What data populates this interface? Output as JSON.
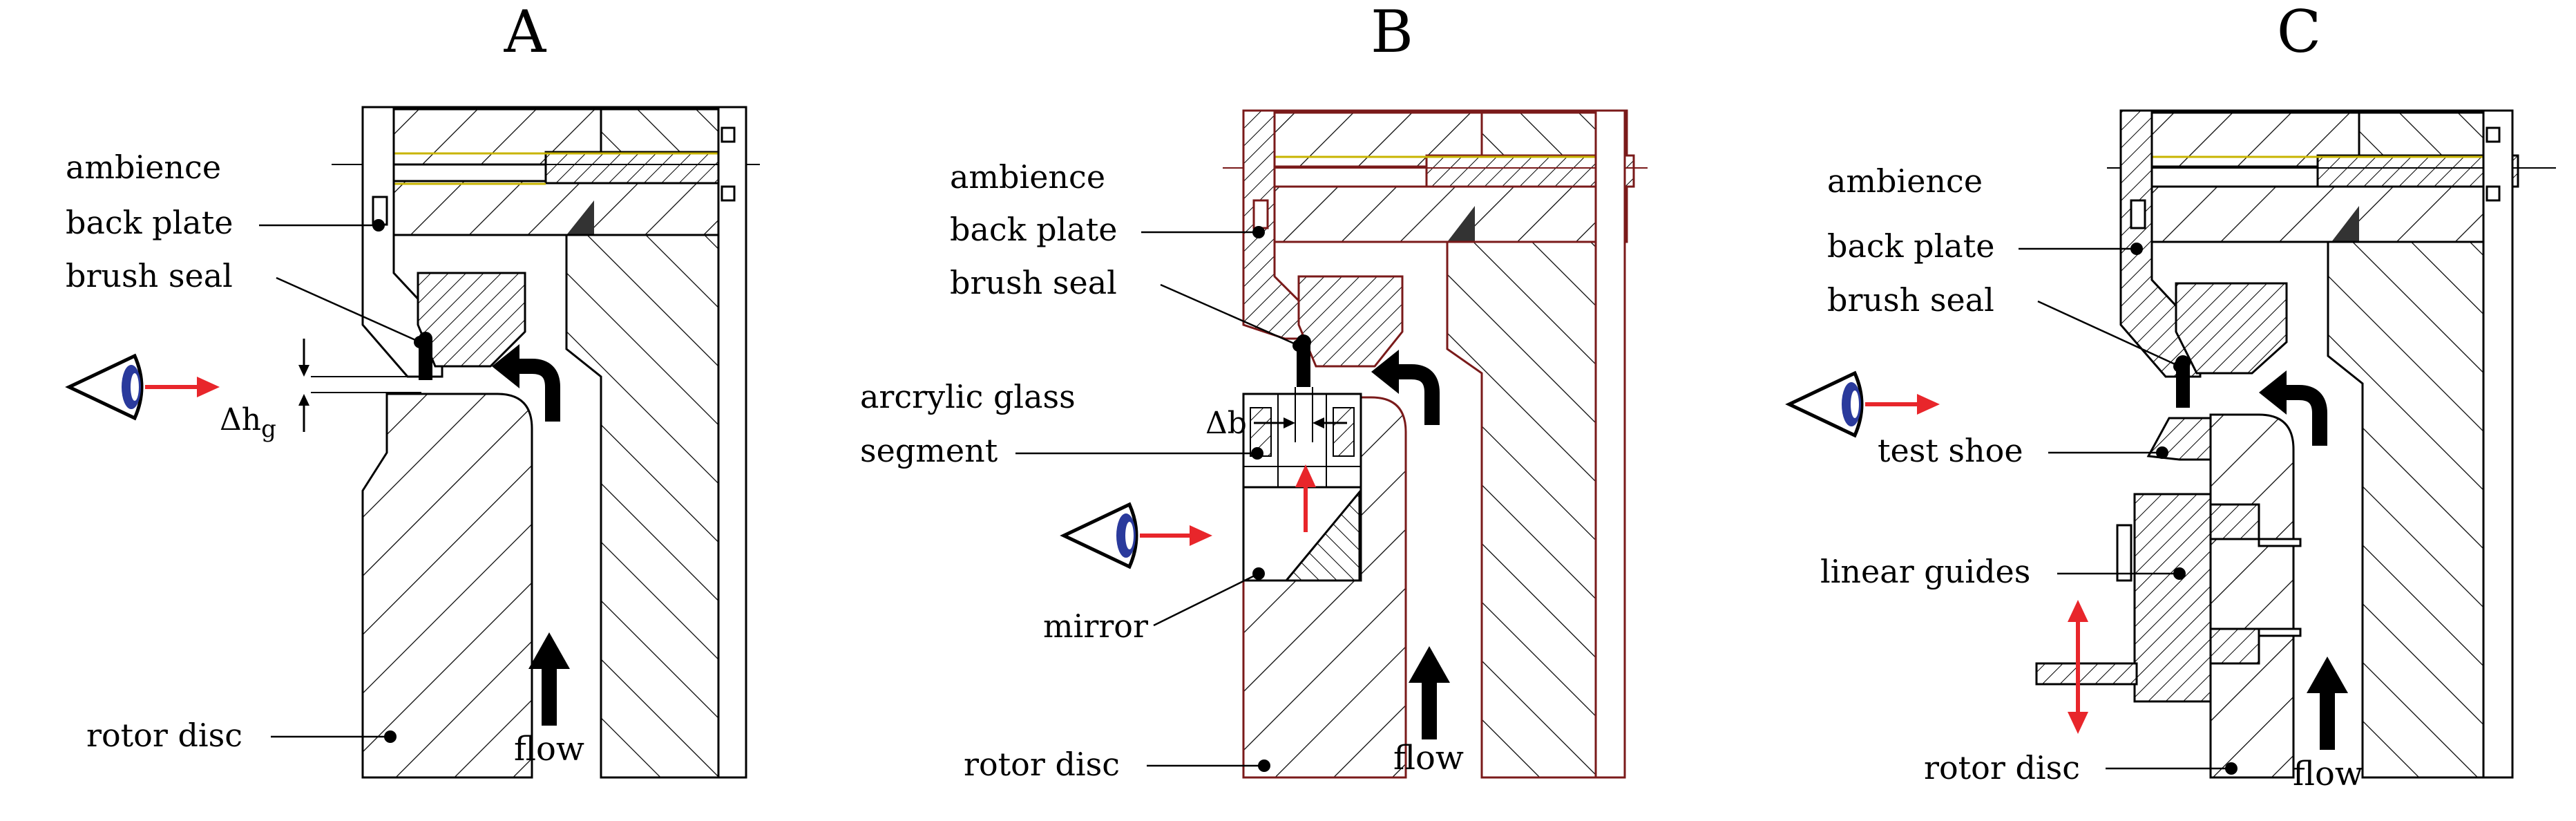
{
  "panels": [
    {
      "title": "A",
      "labels": {
        "ambience": "ambience",
        "back_plate": "back plate",
        "brush_seal": "brush seal",
        "gap": "Δh",
        "gap_sub": "g",
        "rotor_disc": "rotor disc",
        "flow": "flow"
      }
    },
    {
      "title": "B",
      "labels": {
        "ambience": "ambience",
        "back_plate": "back plate",
        "brush_seal": "brush seal",
        "arcrylic_glass_1": "arcrylic glass",
        "arcrylic_glass_2": "segment",
        "gap": "Δb",
        "mirror": "mirror",
        "rotor_disc": "rotor disc",
        "flow": "flow"
      }
    },
    {
      "title": "C",
      "labels": {
        "ambience": "ambience",
        "back_plate": "back plate",
        "brush_seal": "brush seal",
        "test_shoe": "test shoe",
        "linear_guides": "linear guides",
        "rotor_disc": "rotor disc",
        "flow": "flow"
      }
    }
  ],
  "colors": {
    "arrow_red": "#e8262b",
    "line": "#000000",
    "eye_iris": "#2a3a9c",
    "bolt_yellow": "#c8b400",
    "panel_b_outline": "#7a1a1a"
  }
}
